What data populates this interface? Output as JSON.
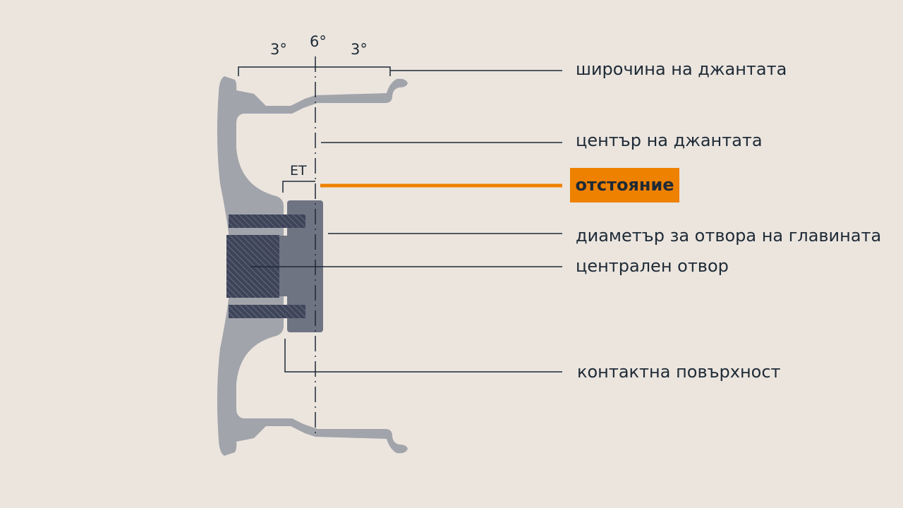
{
  "angles": {
    "left": "3°",
    "center": "6°",
    "right": "3°"
  },
  "et_label": "ET",
  "labels": {
    "rim_width": "широчина на джантата",
    "rim_center": "център на джантата",
    "offset": "отстояние",
    "hub_bore_diameter": "диаметър за отвора на главината",
    "center_bore": "централен отвор",
    "contact_surface": "контактна повърхност"
  },
  "colors": {
    "background": "#ebe5de",
    "rim": "#a2a4ab",
    "hub": "#6f7483",
    "hatch": "#3e4459",
    "line": "#1e2a36",
    "highlight": "#ee8100"
  }
}
